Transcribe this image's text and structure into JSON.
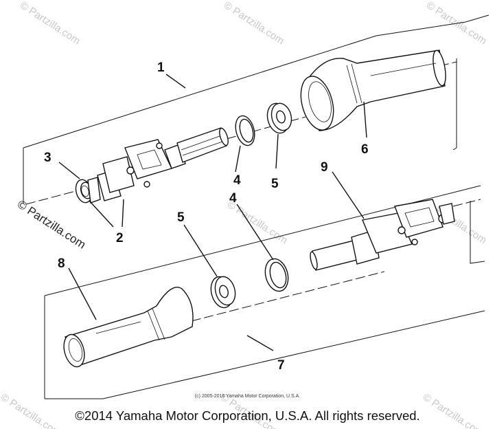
{
  "diagram": {
    "callouts": [
      "1",
      "2",
      "3",
      "4",
      "5",
      "6",
      "4",
      "5",
      "9",
      "8",
      "7"
    ],
    "watermark": "© Partzilla.com",
    "watermark_left": "© Partzilla.com",
    "copyright_small": "(c) 2005-2016 Yamaha Motor Corporation, U.S.A.",
    "copyright_main": "©2014 Yamaha Motor Corporation, U.S.A. All rights reserved."
  }
}
